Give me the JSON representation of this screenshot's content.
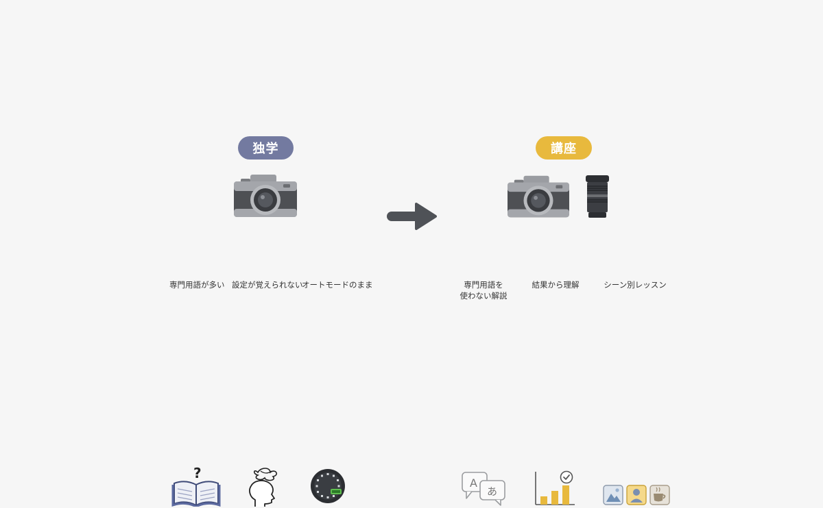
{
  "colors": {
    "self_badge": "#737aa0",
    "course_badge": "#e8b93d",
    "arrow": "#4f5257",
    "camera_body": "#4e5054",
    "camera_top": "#9a9ca1",
    "accent_bar": "#e8b93d"
  },
  "left_panel": {
    "label": "独学",
    "items": [
      {
        "icon": "confused-book-icon",
        "caption": "専門用語が多い"
      },
      {
        "icon": "overwhelmed-head-icon",
        "caption": "設定が覚えられない"
      },
      {
        "icon": "auto-mode-dial-icon",
        "caption": "オートモードのまま"
      }
    ]
  },
  "right_panel": {
    "label": "講座",
    "items": [
      {
        "icon": "translation-bubbles-icon",
        "caption_line1": "専門用語を",
        "caption_line2": "使わない解説"
      },
      {
        "icon": "bar-chart-check-icon",
        "caption": "結果から理解"
      },
      {
        "icon": "scene-cards-icon",
        "caption": "シーン別レッスン"
      }
    ]
  }
}
